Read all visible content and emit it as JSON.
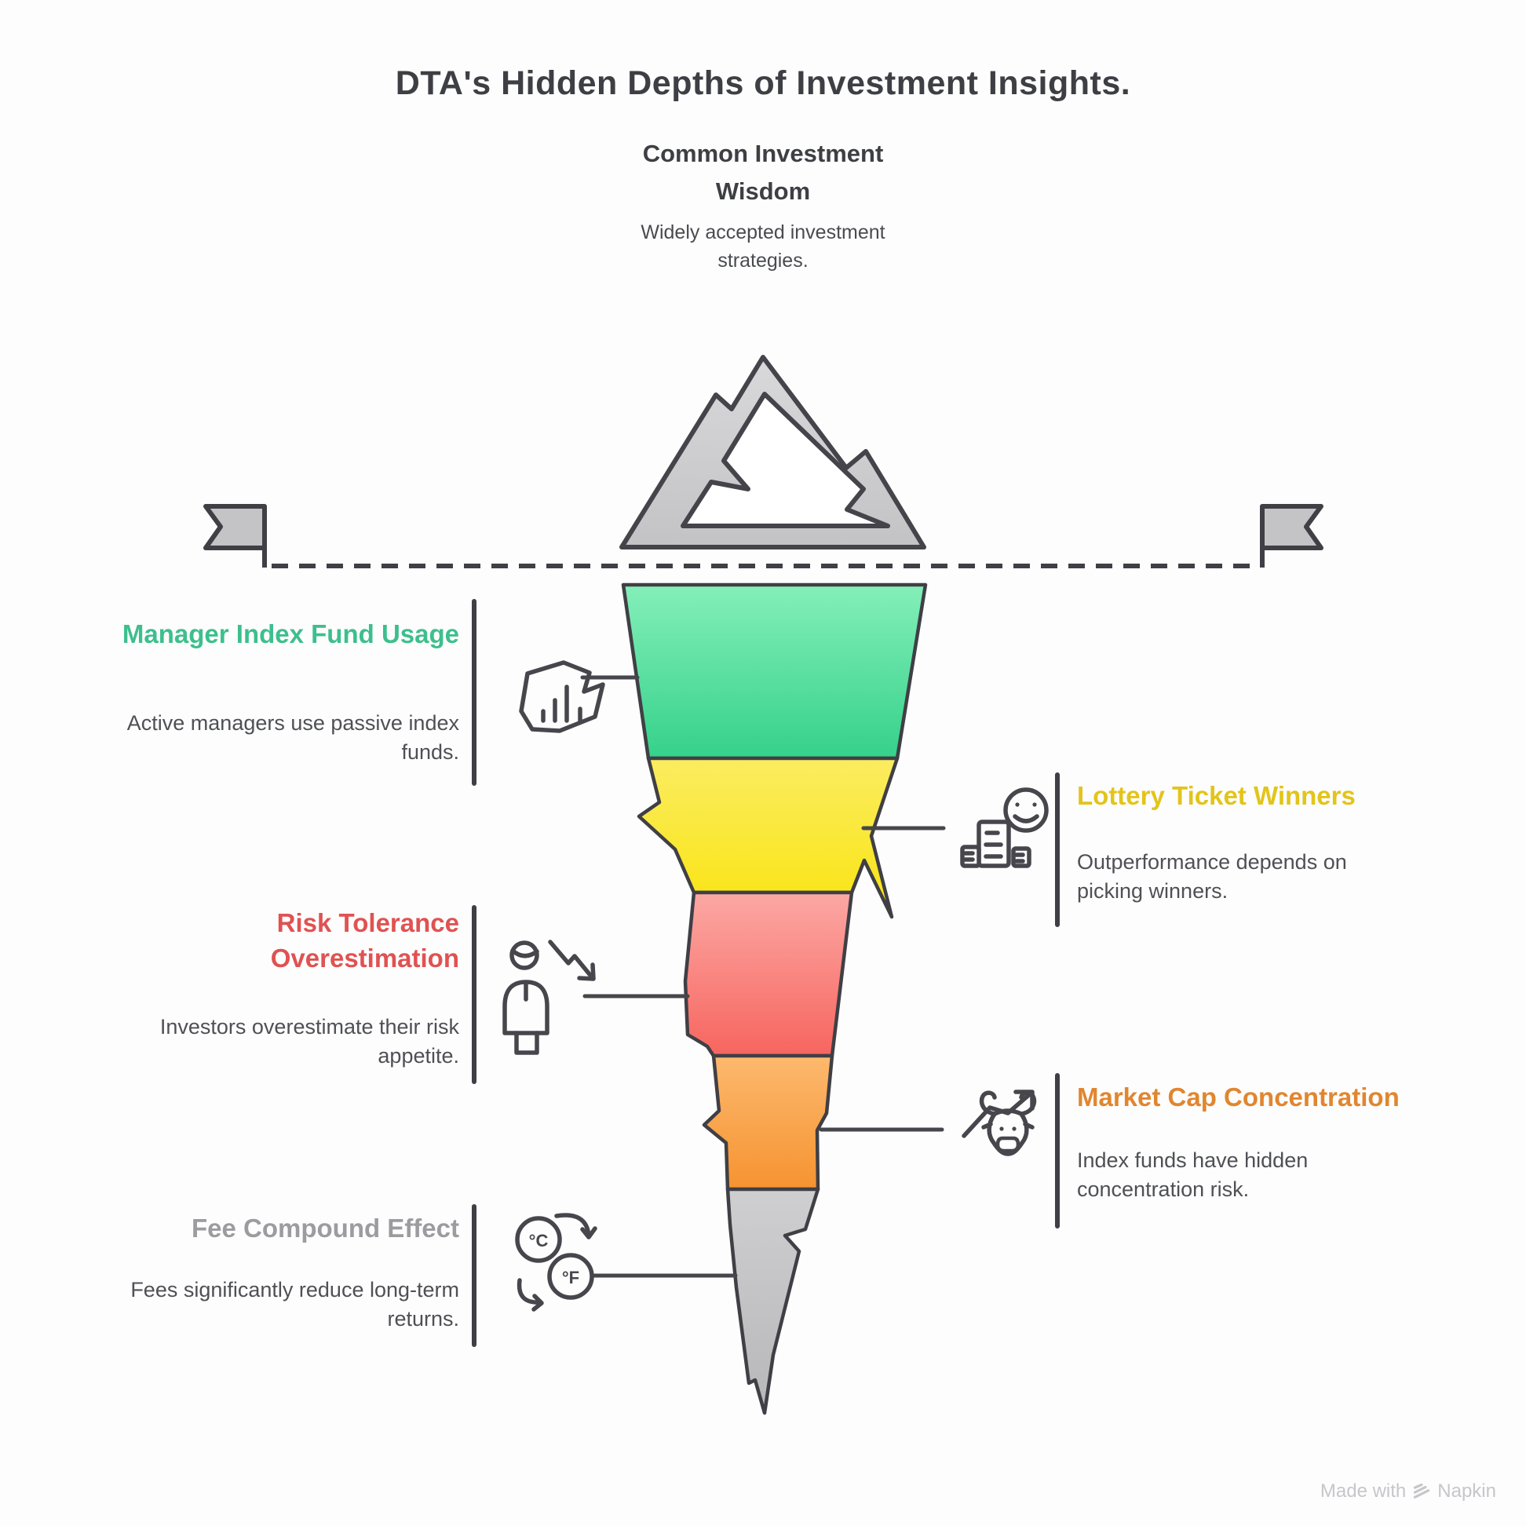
{
  "page": {
    "title": "DTA's Hidden Depths of Investment Insights.",
    "background": "#FDFDFD"
  },
  "surface": {
    "heading": "Common Investment Wisdom",
    "description": "Widely accepted investment strategies."
  },
  "iceberg": {
    "color_top": "#D9D9DB",
    "color_bottom": "#C3C3C6"
  },
  "colors": {
    "outline": "#3F3F45",
    "icon_stroke": "#46464C",
    "flag": "#C4C4C6",
    "bar": "#3F3F45",
    "body_text": "#4F5055",
    "watermark": "#C6C6CB"
  },
  "sections": {
    "left": [
      {
        "title": "Manager Index Fund Usage",
        "description": "Active managers use passive index funds.",
        "color": "#3DBF8D",
        "icon": "bar-chart-doodle-icon"
      },
      {
        "title": "Risk Tolerance Overestimation",
        "description": "Investors overestimate their risk appetite.",
        "color": "#E05252",
        "icon": "person-decline-arrow-icon"
      },
      {
        "title": "Fee Compound Effect",
        "description": "Fees significantly reduce long-term returns.",
        "color": "#9C9CA0",
        "icon": "temperature-conversion-icon"
      }
    ],
    "right": [
      {
        "title": "Lottery Ticket Winners",
        "description": "Outperformance depends on picking winners.",
        "color": "#E3C41A",
        "icon": "happy-face-ticket-icon"
      },
      {
        "title": "Market Cap Concentration",
        "description": "Index funds have hidden concentration risk.",
        "color": "#E1862F",
        "icon": "bull-trend-arrow-icon"
      }
    ]
  },
  "funnel": {
    "segments": [
      {
        "name": "manager-index-fund-usage",
        "color_top": "#84EFB9",
        "color_bottom": "#35D18B"
      },
      {
        "name": "lottery-ticket-winners",
        "color_top": "#FBEC61",
        "color_bottom": "#F9E40F"
      },
      {
        "name": "risk-tolerance-overestimation",
        "color_top": "#FCA8A4",
        "color_bottom": "#F7655F"
      },
      {
        "name": "market-cap-concentration",
        "color_top": "#FCB96E",
        "color_bottom": "#F69331"
      },
      {
        "name": "fee-compound-effect",
        "color_top": "#CFCFD1",
        "color_bottom": "#B7B7BA"
      }
    ]
  },
  "icons": {
    "celsius": "°C",
    "fahrenheit": "°F"
  },
  "watermark": {
    "prefix": "Made with",
    "brand": "Napkin"
  }
}
